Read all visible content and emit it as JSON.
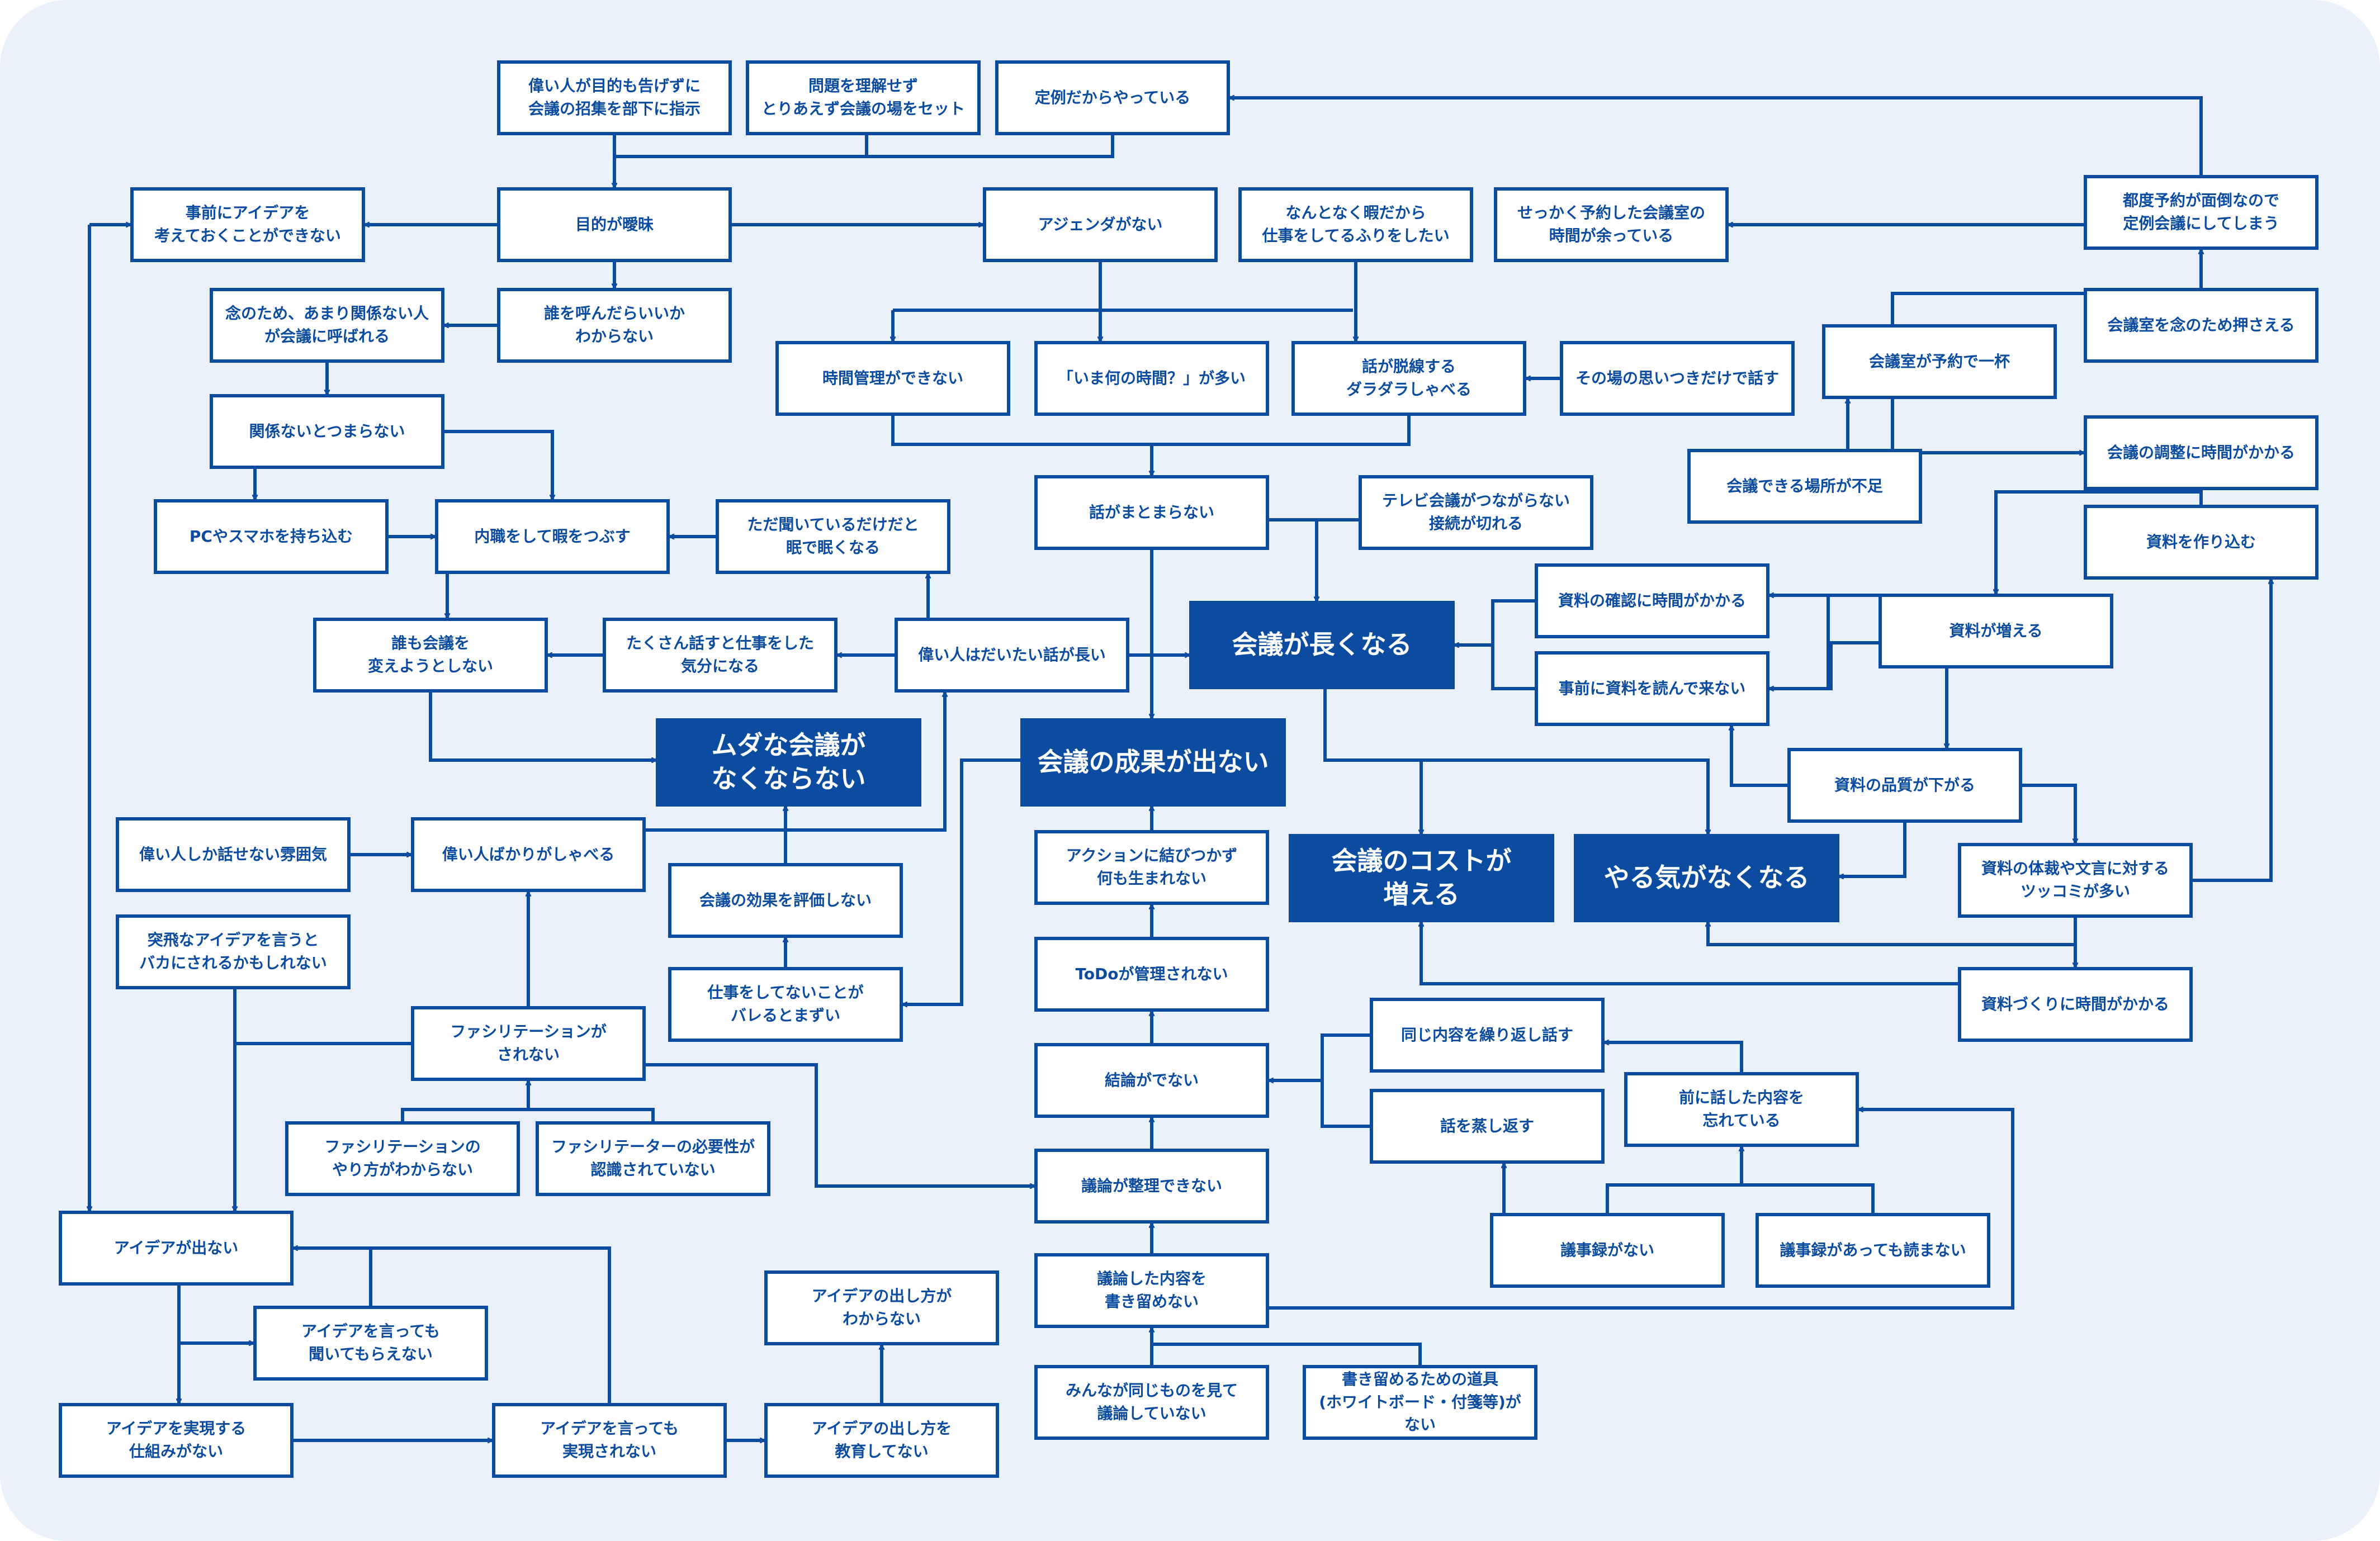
{
  "colors": {
    "background": "#ebf1fa",
    "line": "#0b4ca0",
    "main_fill": "#0b4ca0",
    "box_fill": "#ffffff"
  },
  "nodes": {
    "n1": "偉い人が目的も告げずに\n会議の招集を部下に指示",
    "n2": "問題を理解せず\nとりあえず会議の場をセット",
    "n3": "定例だからやっている",
    "n4": "事前にアイデアを\n考えておくことができない",
    "n5": "目的が曖昧",
    "n6": "アジェンダがない",
    "n7": "なんとなく暇だから\n仕事をしてるふりをしたい",
    "n8": "せっかく予約した会議室の\n時間が余っている",
    "n9": "都度予約が面倒なので\n定例会議にしてしまう",
    "n10": "念のため、あまり関係ない人\nが会議に呼ばれる",
    "n11": "誰を呼んだらいいか\nわからない",
    "n12": "会議室を念のため押さえる",
    "n13": "会議室が予約で一杯",
    "n14": "時間管理ができない",
    "n15": "「いま何の時間？」が多い",
    "n16": "話が脱線する\nダラダラしゃべる",
    "n17": "その場の思いつきだけで話す",
    "n18": "関係ないとつまらない",
    "n19": "会議の調整に時間がかかる",
    "n20": "会議できる場所が不足",
    "n21": "PCやスマホを持ち込む",
    "n22": "内職をして暇をつぶす",
    "n23": "ただ聞いているだけだと\n眠で眠くなる",
    "n24": "話がまとまらない",
    "n25": "テレビ会議がつながらない\n接続が切れる",
    "n26": "資料を作り込む",
    "n27": "資料の確認に時間がかかる",
    "n28": "資料が増える",
    "n29": "誰も会議を\n変えようとしない",
    "n30": "たくさん話すと仕事をした\n気分になる",
    "n31": "偉い人はだいたい話が長い",
    "n32": "会議が長くなる",
    "n33": "事前に資料を読んで来ない",
    "n34": "ムダな会議が\nなくならない",
    "n35": "会議の成果が出ない",
    "n36": "資料の品質が下がる",
    "n37": "偉い人しか話せない雰囲気",
    "n38": "偉い人ばかりがしゃべる",
    "n39": "アクションに結びつかず\n何も生まれない",
    "n40": "会議のコストが\n増える",
    "n41": "やる気がなくなる",
    "n42": "資料の体裁や文言に対する\nツッコミが多い",
    "n43": "会議の効果を評価しない",
    "n44": "突飛なアイデアを言うと\nバカにされるかもしれない",
    "n45": "ToDoが管理されない",
    "n46": "仕事をしてないことが\nバレるとまずい",
    "n47": "資料づくりに時間がかかる",
    "n48": "ファシリテーションが\nされない",
    "n49": "同じ内容を繰り返し話す",
    "n50": "結論がでない",
    "n51": "前に話した内容を\n忘れている",
    "n52": "話を蒸し返す",
    "n53": "ファシリテーションの\nやり方がわからない",
    "n54": "ファシリテーターの必要性が\n認識されていない",
    "n55": "議論が整理できない",
    "n56": "議事録がない",
    "n57": "議事録があっても読まない",
    "n58": "アイデアが出ない",
    "n59": "議論した内容を\n書き留めない",
    "n60": "アイデアの出し方が\nわからない",
    "n61": "アイデアを言っても\n聞いてもらえない",
    "n62": "みんなが同じものを見て\n議論していない",
    "n63": "書き留めるための道具\n(ホワイトボード・付箋等)がない",
    "n64": "アイデアを実現する\n仕組みがない",
    "n65": "アイデアを言っても\n実現されない",
    "n66": "アイデアの出し方を\n教育してない"
  }
}
